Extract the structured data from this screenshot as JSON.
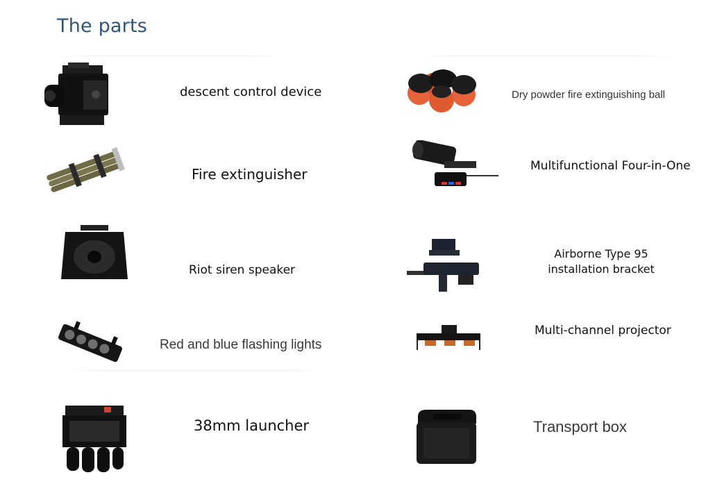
{
  "page_title": "The parts",
  "parts": [
    {
      "label": "descent control device",
      "icon": "descent-control-device-icon"
    },
    {
      "label": "Dry powder fire extinguishing ball",
      "icon": "fire-extinguishing-ball-icon"
    },
    {
      "label": "Fire extinguisher",
      "icon": "fire-extinguisher-tubes-icon"
    },
    {
      "label": "Multifunctional Four-in-One",
      "icon": "four-in-one-searchlight-icon"
    },
    {
      "label": "Riot siren speaker",
      "icon": "siren-speaker-icon"
    },
    {
      "label": "Airborne Type 95 installation bracket",
      "icon": "type95-bracket-icon"
    },
    {
      "label": "Red and blue flashing lights",
      "icon": "flashing-lights-icon"
    },
    {
      "label": "Multi-channel projector",
      "icon": "multi-channel-projector-icon"
    },
    {
      "label": "38mm launcher",
      "icon": "launcher-38mm-icon"
    },
    {
      "label": "Transport box",
      "icon": "transport-box-icon"
    }
  ]
}
